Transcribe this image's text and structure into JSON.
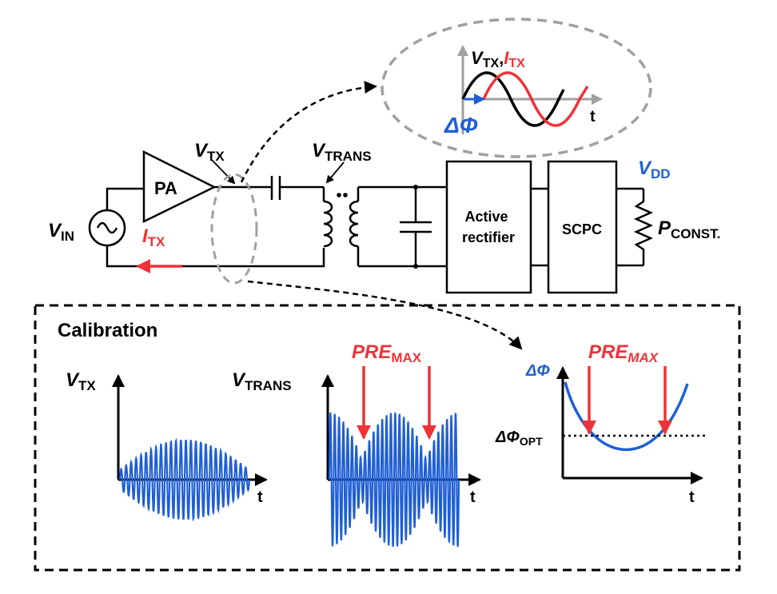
{
  "circuit": {
    "v_in": {
      "main": "V",
      "sub": "IN"
    },
    "i_tx": {
      "main": "I",
      "sub": "TX"
    },
    "pa": "PA",
    "v_tx": {
      "main": "V",
      "sub": "TX"
    },
    "v_trans": {
      "main": "V",
      "sub": "TRANS"
    },
    "active_rectifier": [
      "Active",
      "rectifier"
    ],
    "scpc": "SCPC",
    "v_dd": {
      "main": "V",
      "sub": "DD"
    },
    "p_const": {
      "main": "P",
      "sub": "CONST."
    }
  },
  "inset": {
    "title_v": {
      "main": "V",
      "sub": "TX"
    },
    "comma": ",",
    "title_i": {
      "main": "I",
      "sub": "TX"
    },
    "delta_phi": "ΔΦ",
    "t": "t"
  },
  "calibration": {
    "title": "Calibration",
    "vtx": {
      "main": "V",
      "sub": "TX"
    },
    "vtrans": {
      "main": "V",
      "sub": "TRANS"
    },
    "pre_max": {
      "main": "PRE",
      "sub": "MAX"
    },
    "pre_max_right": {
      "main": "PRE",
      "sub": "MAX"
    },
    "delta_phi": "ΔΦ",
    "delta_phi_opt": {
      "main": "ΔΦ",
      "sub": "OPT"
    },
    "t1": "t",
    "t2": "t",
    "t3": "t"
  },
  "colors": {
    "blue": "#1f5fd6",
    "red": "#ee3338",
    "black": "#000000",
    "gray": "#a0a0a0"
  }
}
